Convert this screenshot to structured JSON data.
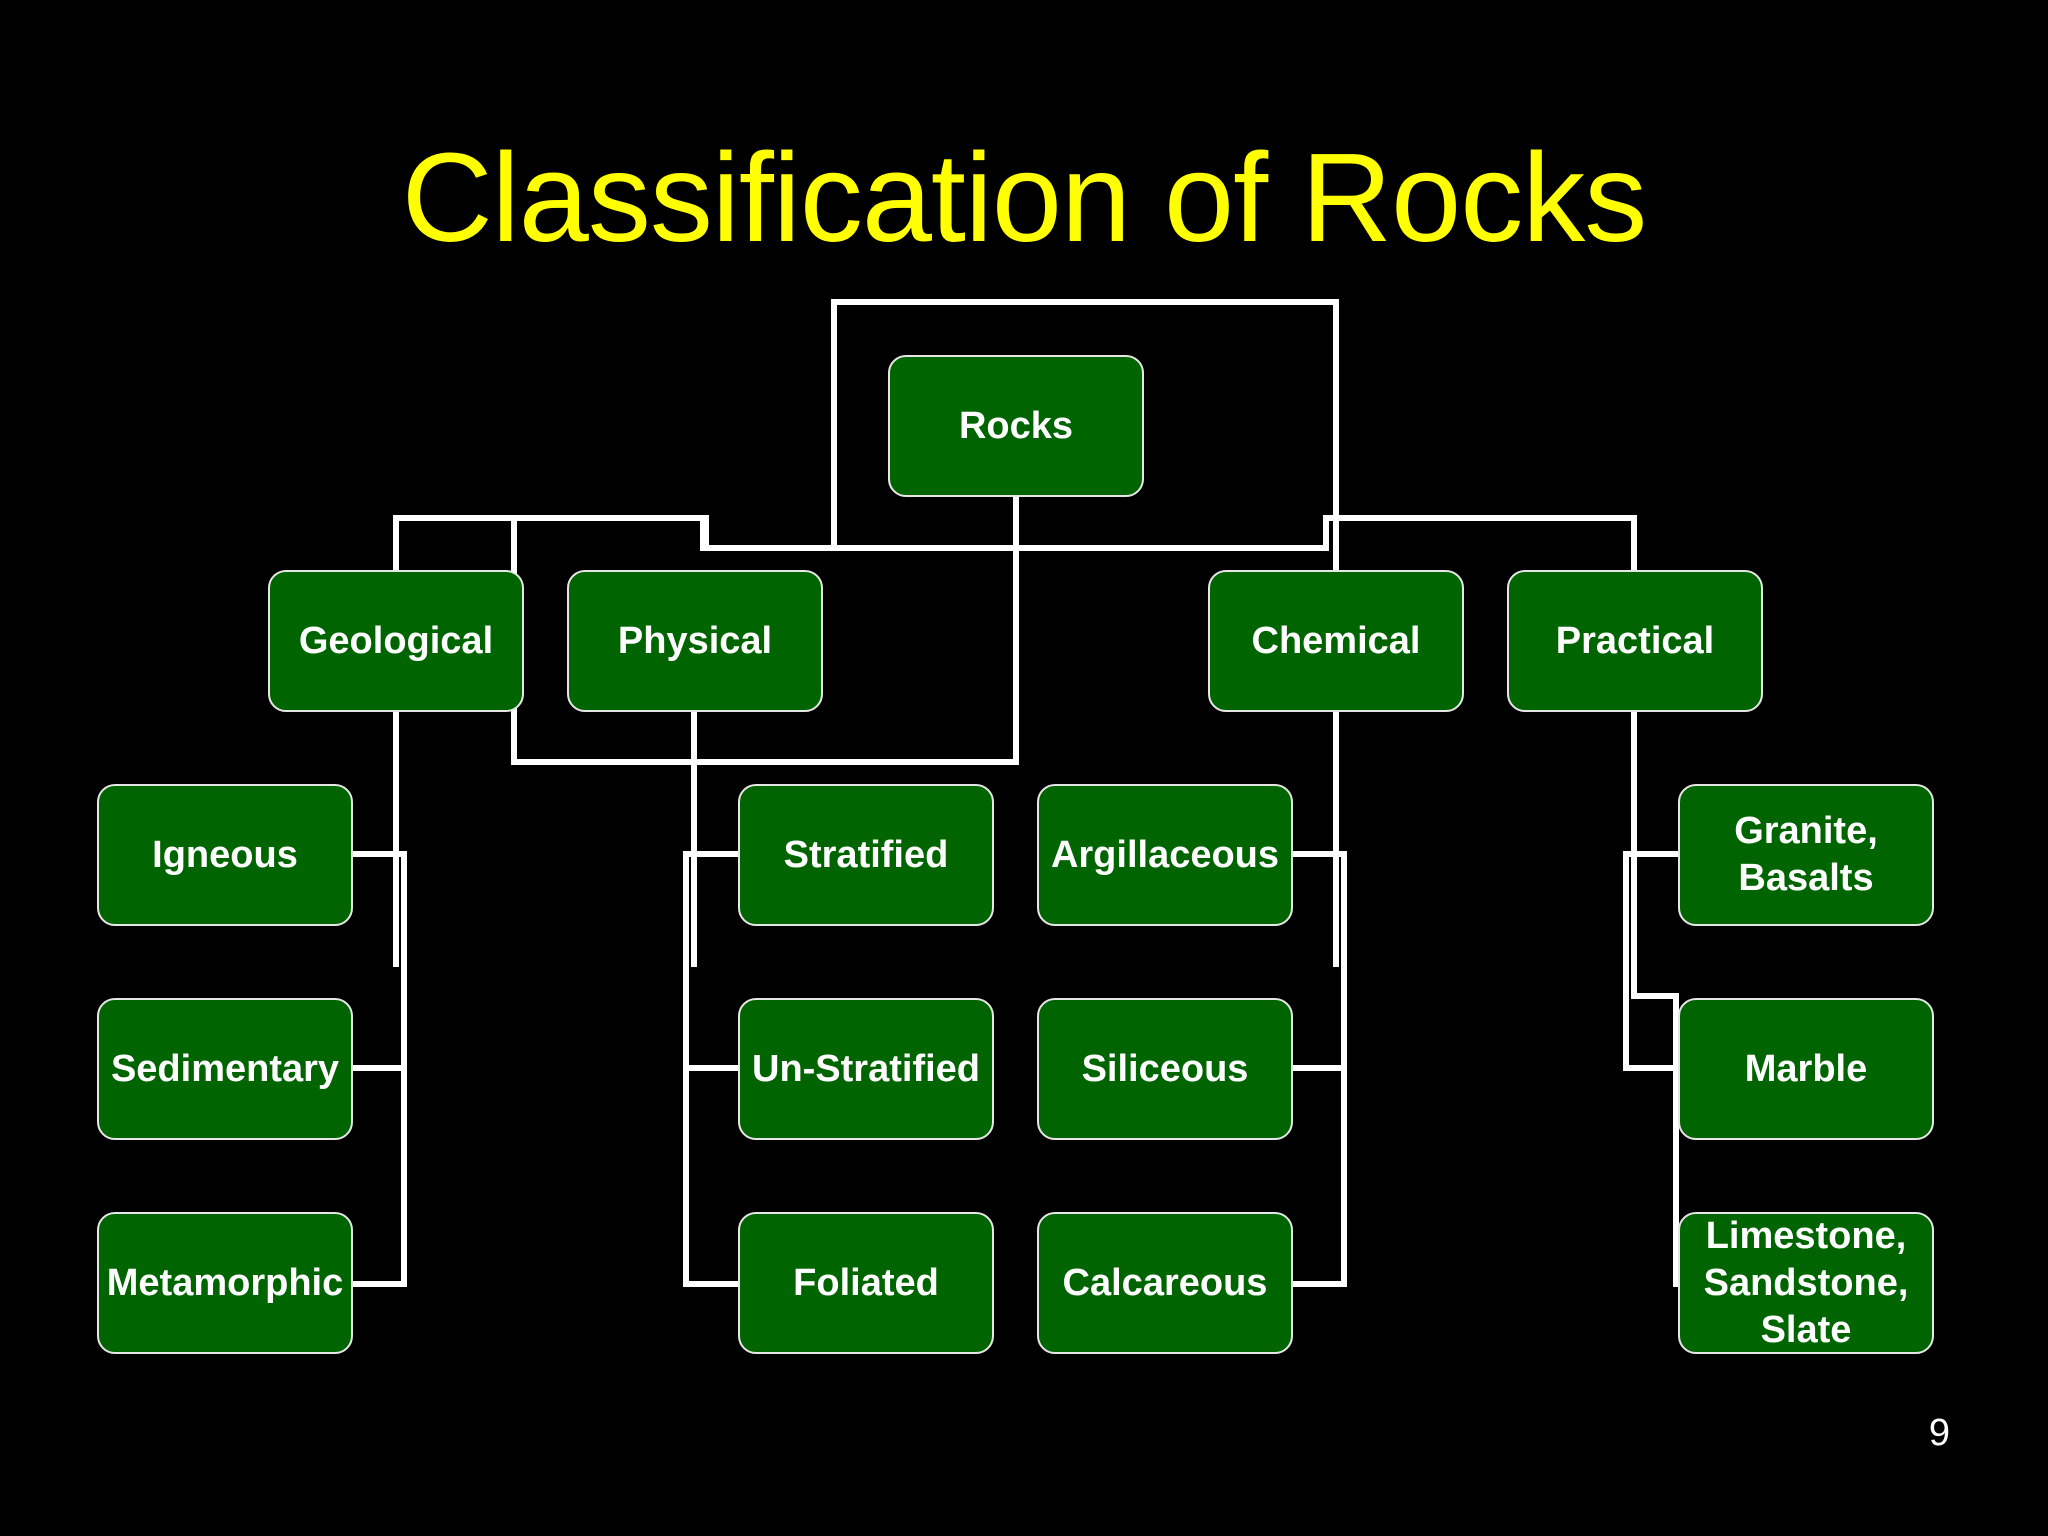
{
  "slide": {
    "title": "Classification of Rocks",
    "page_number": "9",
    "colors": {
      "background": "#000000",
      "title": "#FFFF00",
      "node_fill": "#006400",
      "node_text": "#FFFFFF",
      "connector": "#FFFFFF"
    }
  },
  "diagram": {
    "root": "Rocks",
    "categories": [
      "Geological",
      "Physical",
      "Chemical",
      "Practical"
    ],
    "geological": [
      "Igneous",
      "Sedimentary",
      "Metamorphic"
    ],
    "physical": [
      "Stratified",
      "Un-Stratified",
      "Foliated"
    ],
    "chemical": [
      "Argillaceous",
      "Siliceous",
      "Calcareous"
    ],
    "practical": [
      "Granite,\nBasalts",
      "Marble",
      "Limestone,\nSandstone,\nSlate"
    ]
  }
}
